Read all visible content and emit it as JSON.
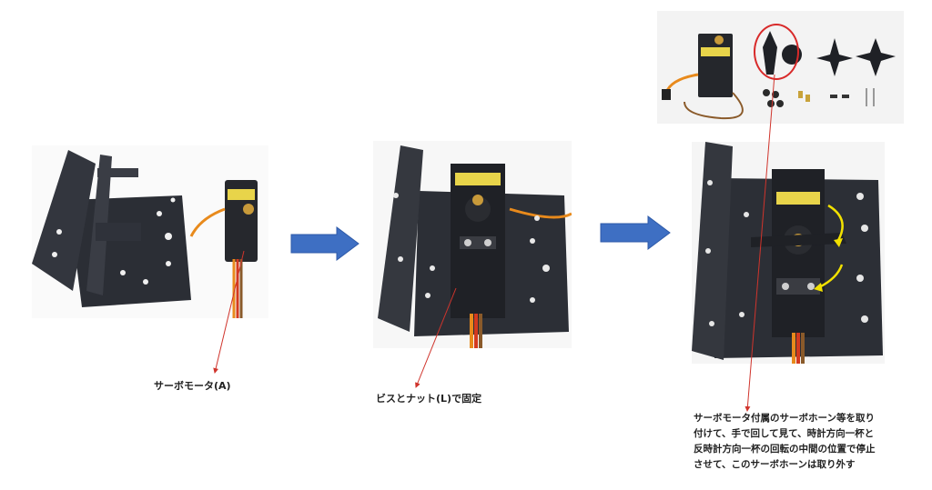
{
  "labels": {
    "servo_a": "サーボモータ(A)",
    "screw_nut": "ビスとナット(L)で固定",
    "note_lines": [
      "サーボモータ付属のサーボホーン等を取り",
      "付けて、手で回して見て、時計方向一杯と",
      "反時計方向一杯の回転の中間の位置で停止",
      "させて、このサーボホーンは取り外す"
    ]
  },
  "colors": {
    "arrow_blue": "#3E6FC3",
    "pointer_red": "#D0342C",
    "highlight_red": "#D82A2A",
    "curve_yellow": "#F2E100",
    "metal": "#2c2f36"
  }
}
